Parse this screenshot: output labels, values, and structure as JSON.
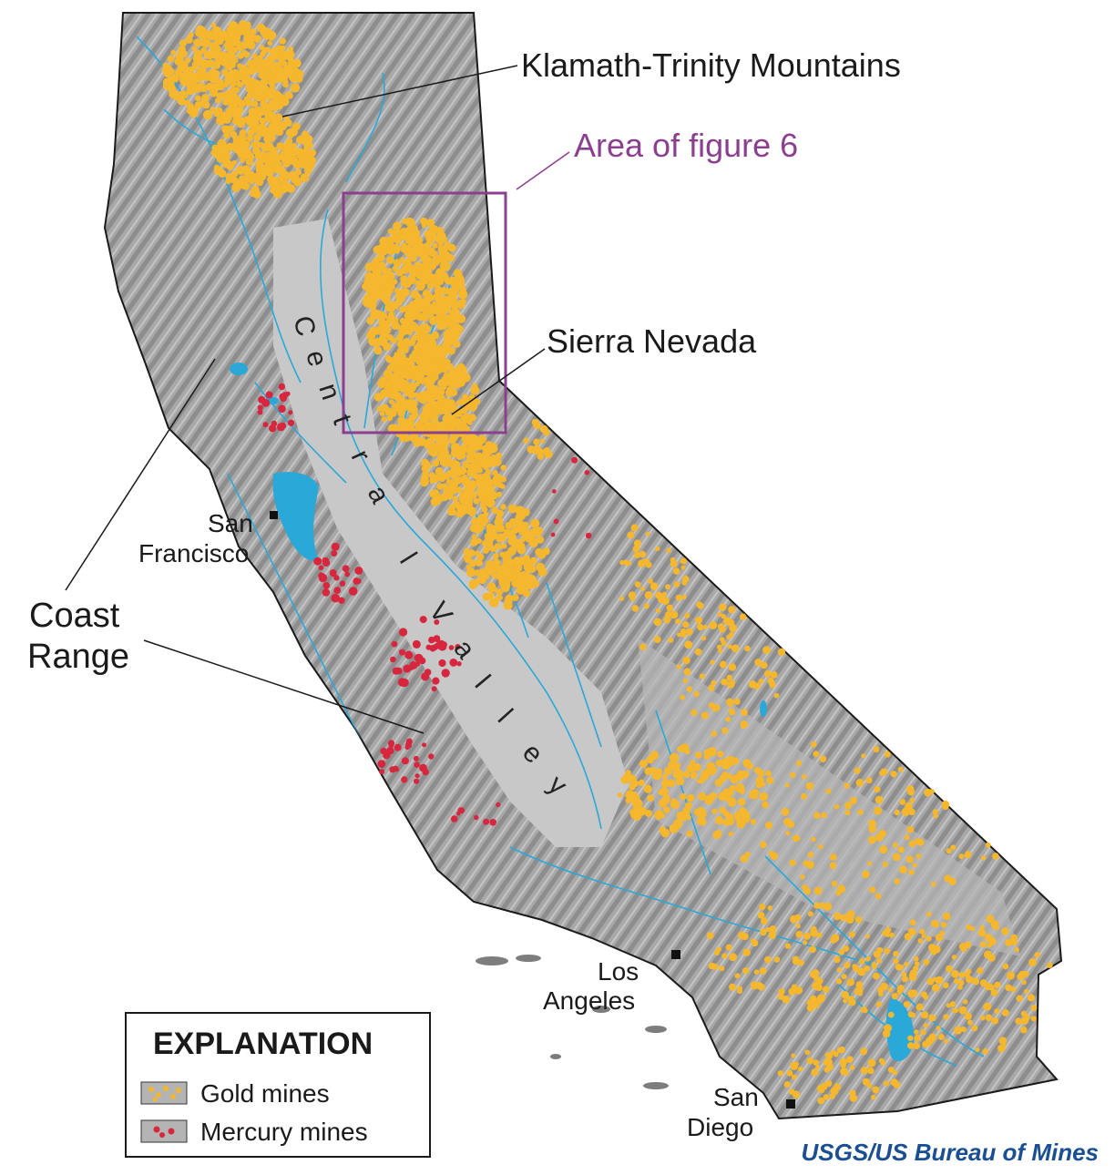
{
  "labels": {
    "klamath": "Klamath-Trinity Mountains",
    "area_fig6": "Area of figure 6",
    "sierra": "Sierra Nevada",
    "coast_line1": "Coast",
    "coast_line2": "Range",
    "sf_line1": "San",
    "sf_line2": "Francisco",
    "la_line1": "Los",
    "la_line2": "Angeles",
    "sd_line1": "San",
    "sd_line2": "Diego",
    "central_valley_letters": [
      "C",
      "e",
      "n",
      "t",
      "r",
      "a",
      "l",
      "V",
      "a",
      "l",
      "l",
      "e",
      "y"
    ]
  },
  "legend": {
    "title": "EXPLANATION",
    "items": [
      {
        "label": "Gold mines",
        "color": "#f4b72e"
      },
      {
        "label": "Mercury mines",
        "color": "#d7263d"
      }
    ]
  },
  "credit": "USGS/US Bureau of Mines",
  "colors": {
    "terrain": "#a9a9a9",
    "valley": "#c6c6c6",
    "water": "#2aa8d8",
    "gold": "#f4b72e",
    "mercury": "#d7263d",
    "figure_box": "#8b3f8f",
    "area_label": "#8b3f8f",
    "city_marker": "#111111"
  }
}
